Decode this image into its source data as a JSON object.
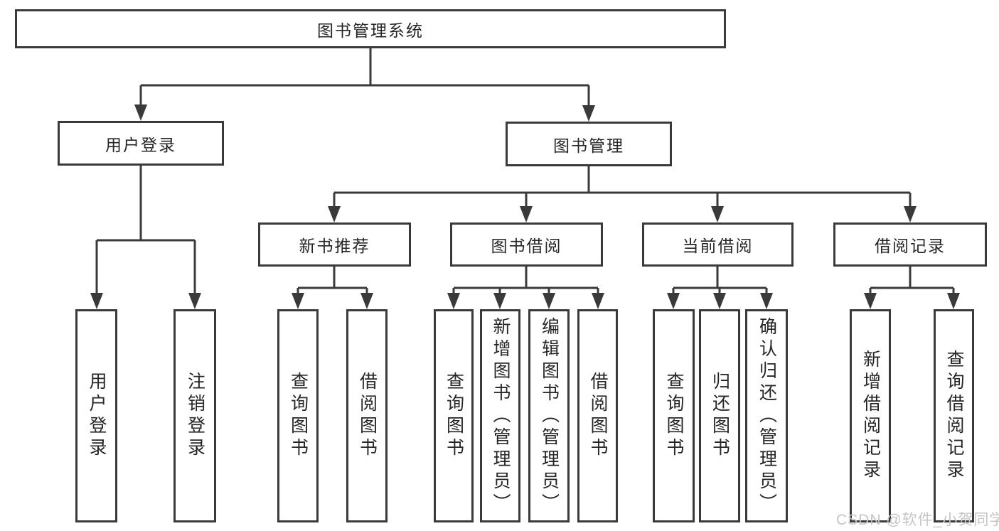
{
  "tree": {
    "label": "图书管理系统",
    "children": [
      {
        "label": "用户登录",
        "children": [
          {
            "label": "用户登录"
          },
          {
            "label": "注销登录"
          }
        ]
      },
      {
        "label": "图书管理",
        "children": [
          {
            "label": "新书推荐",
            "children": [
              {
                "label": "查询图书"
              },
              {
                "label": "借阅图书"
              }
            ]
          },
          {
            "label": "图书借阅",
            "children": [
              {
                "label": "查询图书"
              },
              {
                "label": "新增图书（管理员）"
              },
              {
                "label": "编辑图书（管理员）"
              },
              {
                "label": "借阅图书"
              }
            ]
          },
          {
            "label": "当前借阅",
            "children": [
              {
                "label": "查询图书"
              },
              {
                "label": "归还图书"
              },
              {
                "label": "确认归还（管理员）"
              }
            ]
          },
          {
            "label": "借阅记录",
            "children": [
              {
                "label": "新增借阅记录"
              },
              {
                "label": "查询借阅记录"
              }
            ]
          }
        ]
      }
    ]
  },
  "watermark": {
    "text": "CSDN @软件_小贺同学"
  },
  "colors": {
    "line": "#3a3a3a",
    "text": "#262626",
    "background": "#ffffff",
    "watermark": "#c5c5c5"
  }
}
